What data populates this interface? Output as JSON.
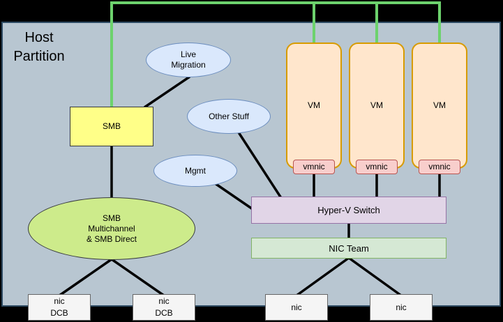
{
  "host_partition": {
    "label": "Host Partition"
  },
  "nodes": {
    "smb": {
      "label": "SMB"
    },
    "live_migration": {
      "label": "Live Migration"
    },
    "other_stuff": {
      "label": "Other Stuff"
    },
    "mgmt": {
      "label": "Mgmt"
    },
    "smb_multichannel": {
      "lines": [
        "SMB",
        "Multichannel",
        "& SMB Direct"
      ]
    },
    "vms": [
      {
        "label": "VM"
      },
      {
        "label": "VM"
      },
      {
        "label": "VM"
      }
    ],
    "vmnics": [
      {
        "label": "vmnic"
      },
      {
        "label": "vmnic"
      },
      {
        "label": "vmnic"
      }
    ],
    "hyperv_switch": {
      "label": "Hyper-V Switch"
    },
    "nic_team": {
      "label": "NIC Team"
    },
    "nics": [
      {
        "line1": "nic",
        "line2": "DCB"
      },
      {
        "line1": "nic",
        "line2": "DCB"
      },
      {
        "line1": "nic"
      },
      {
        "line1": "nic"
      }
    ]
  },
  "colors": {
    "background": "#000000",
    "host_fill": "#b8c6d1",
    "host_border": "#2d4a62",
    "connector_green": "#6dd26d",
    "connector_black": "#000000",
    "smb_fill": "#ffff88",
    "smb_mc_fill": "#cdeb8b",
    "ellipse_blue_fill": "#dae8fc",
    "ellipse_blue_border": "#6c8ebf",
    "vm_fill": "#ffe6cc",
    "vm_border": "#d79b00",
    "vmnic_fill": "#f8cecc",
    "vmnic_border": "#b85450",
    "switch_fill": "#e1d5e7",
    "switch_border": "#9673a6",
    "nic_team_fill": "#d5e8d4",
    "nic_team_border": "#82b366",
    "nic_fill": "#f5f5f5",
    "nic_border": "#666666"
  }
}
